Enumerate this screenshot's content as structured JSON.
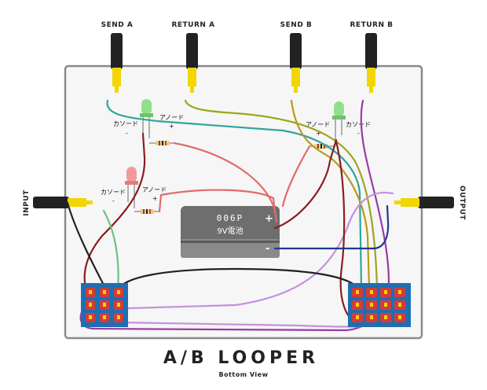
{
  "title": "A/B LOOPER",
  "subtitle": "Bottom View",
  "jacks": {
    "send_a": "SEND A",
    "return_a": "RETURN A",
    "send_b": "SEND B",
    "return_b": "RETURN B",
    "input": "INPUT",
    "output": "OUTPUT"
  },
  "led_labels": {
    "cathode": "カソード",
    "anode": "アノード",
    "minus": "-",
    "plus": "+"
  },
  "battery": {
    "model": "006P",
    "name": "9V電池",
    "plus": "+",
    "minus": "-"
  },
  "colors": {
    "enclosure_fill": "#f6f6f6",
    "enclosure_stroke": "#8a8a8a",
    "jack_plug": "#f2d600",
    "jack_cable": "#222222",
    "switch_board": "#1e6eb3",
    "switch_lug": "#d43b3b",
    "led_green": "#8fe08a",
    "led_red": "#f29a9a",
    "battery_body": "#6e6e6e",
    "wire_teal": "#2fa59a",
    "wire_olive": "#9ca61e",
    "wire_gold": "#b99a1a",
    "wire_purple": "#9a3aa6",
    "wire_lavender": "#c690dc",
    "wire_maroon": "#8a1e1e",
    "wire_salmon": "#e26b6b",
    "wire_navy": "#1d3b8f",
    "wire_black": "#222222",
    "wire_green": "#6cc07a"
  }
}
